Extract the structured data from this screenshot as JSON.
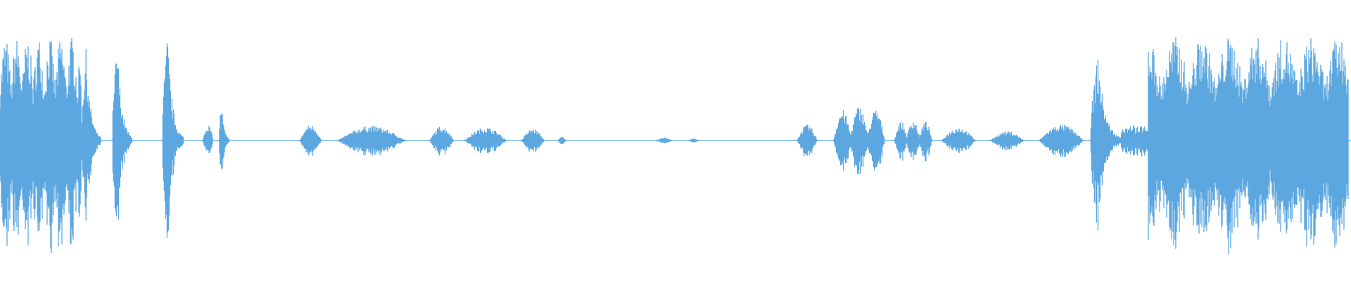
{
  "waveform": {
    "color": "#5ca7e0",
    "background": "#ffffff",
    "segments": [
      {
        "name": "opening-loud-burst",
        "start": 0.0,
        "end": 0.06,
        "amp": 0.78,
        "shape": "dense"
      },
      {
        "name": "burst-a",
        "start": 0.06,
        "end": 0.075,
        "amp": 0.7,
        "shape": "spike"
      },
      {
        "name": "burst-b",
        "start": 0.083,
        "end": 0.098,
        "amp": 0.75,
        "shape": "spike"
      },
      {
        "name": "burst-c",
        "start": 0.12,
        "end": 0.136,
        "amp": 0.8,
        "shape": "spike"
      },
      {
        "name": "blip-a",
        "start": 0.15,
        "end": 0.158,
        "amp": 0.12,
        "shape": "blob"
      },
      {
        "name": "spike-d",
        "start": 0.162,
        "end": 0.17,
        "amp": 0.3,
        "shape": "spike"
      },
      {
        "name": "word-1",
        "start": 0.222,
        "end": 0.238,
        "amp": 0.12,
        "shape": "blob"
      },
      {
        "name": "word-2",
        "start": 0.25,
        "end": 0.3,
        "amp": 0.11,
        "shape": "blob"
      },
      {
        "name": "word-3",
        "start": 0.318,
        "end": 0.336,
        "amp": 0.11,
        "shape": "blob"
      },
      {
        "name": "word-4",
        "start": 0.344,
        "end": 0.375,
        "amp": 0.1,
        "shape": "blob"
      },
      {
        "name": "word-5",
        "start": 0.386,
        "end": 0.403,
        "amp": 0.09,
        "shape": "blob"
      },
      {
        "name": "tick-1",
        "start": 0.413,
        "end": 0.419,
        "amp": 0.03,
        "shape": "blob"
      },
      {
        "name": "tick-2",
        "start": 0.486,
        "end": 0.497,
        "amp": 0.025,
        "shape": "blob"
      },
      {
        "name": "tick-3",
        "start": 0.51,
        "end": 0.517,
        "amp": 0.015,
        "shape": "blob"
      },
      {
        "name": "word-6",
        "start": 0.59,
        "end": 0.605,
        "amp": 0.12,
        "shape": "blob"
      },
      {
        "name": "word-7",
        "start": 0.617,
        "end": 0.655,
        "amp": 0.26,
        "shape": "jagged"
      },
      {
        "name": "word-8",
        "start": 0.662,
        "end": 0.69,
        "amp": 0.16,
        "shape": "jagged"
      },
      {
        "name": "word-9",
        "start": 0.697,
        "end": 0.722,
        "amp": 0.1,
        "shape": "blob"
      },
      {
        "name": "word-10",
        "start": 0.733,
        "end": 0.758,
        "amp": 0.07,
        "shape": "blob"
      },
      {
        "name": "word-11",
        "start": 0.769,
        "end": 0.802,
        "amp": 0.12,
        "shape": "blob"
      },
      {
        "name": "rising-burst",
        "start": 0.807,
        "end": 0.83,
        "amp": 0.65,
        "shape": "spike"
      },
      {
        "name": "mid-burst",
        "start": 0.83,
        "end": 0.85,
        "amp": 0.12,
        "shape": "dense"
      },
      {
        "name": "closing-loud-burst",
        "start": 0.85,
        "end": 0.998,
        "amp": 0.78,
        "shape": "dense"
      }
    ]
  }
}
